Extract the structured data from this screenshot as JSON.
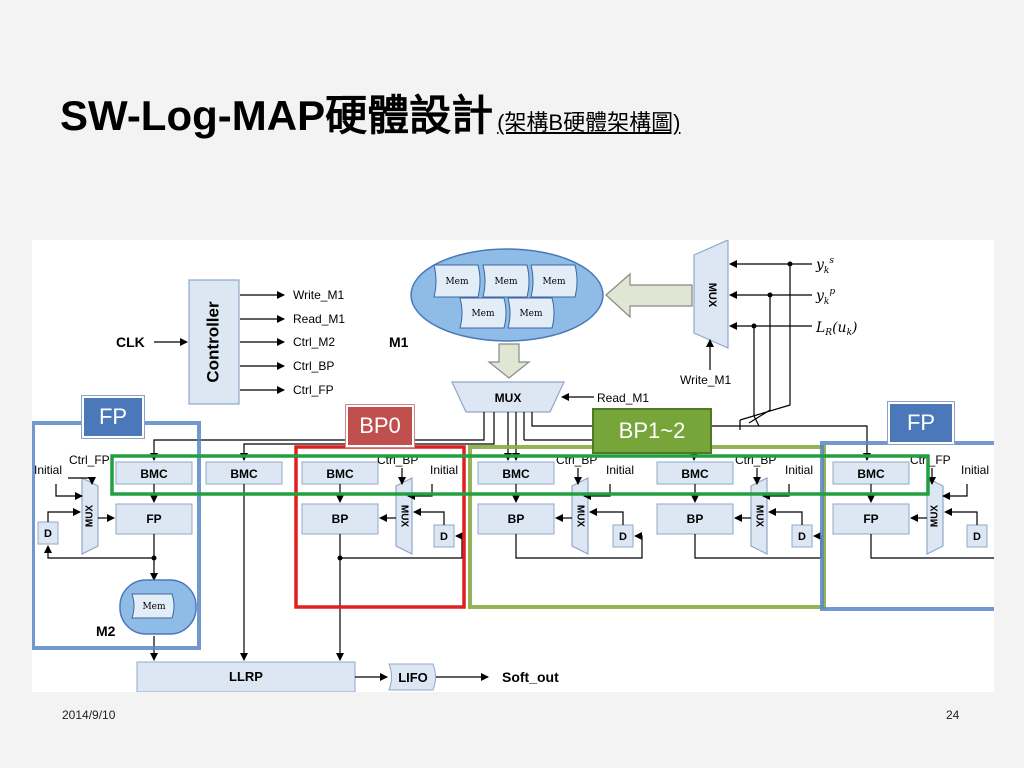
{
  "title": {
    "main": "SW-Log-MAP硬體設計",
    "sub": "(架構B硬體架構圖)"
  },
  "footer": {
    "date": "2014/9/10",
    "page": "24"
  },
  "diagram": {
    "controller": {
      "label": "Controller",
      "clock": "CLK",
      "outputs": [
        "Write_M1",
        "Read_M1",
        "Ctrl_M2",
        "Ctrl_BP",
        "Ctrl_FP"
      ]
    },
    "m1": {
      "label": "M1",
      "mems": [
        "Mem",
        "Mem",
        "Mem",
        "Mem",
        "Mem"
      ]
    },
    "input_mux": {
      "label": "MUX",
      "write_label": "Write_M1",
      "inputs": [
        "y_k^s",
        "y_k^p",
        "L_R(u_k)"
      ],
      "input_glyphs": {
        "ys_base": "y",
        "ys_sub": "k",
        "ys_sup": "s",
        "yp_base": "y",
        "yp_sub": "k",
        "yp_sup": "p",
        "lr_base": "L",
        "lr_sub": "R",
        "lr_arg": "(u",
        "lr_arg_sub": "k",
        "lr_close": ")"
      }
    },
    "read_mux": {
      "label": "MUX",
      "control": "Read_M1"
    },
    "bmc_label": "BMC",
    "fp_label": "FP",
    "bp_label": "BP",
    "mux_label": "MUX",
    "d_label": "D",
    "initial_label": "Initial",
    "ctrl_fp": "Ctrl_FP",
    "ctrl_bp": "Ctrl_BP",
    "m2": {
      "label": "M2",
      "mem": "Mem"
    },
    "llrp": "LLRP",
    "lifo": "LIFO",
    "soft_out": "Soft_out",
    "callouts": {
      "fp_left": "FP",
      "bp0": "BP0",
      "bp12": "BP1~2",
      "fp_right": "FP"
    }
  },
  "colors": {
    "block_fill": "#dde7f3",
    "block_stroke": "#8fa8c8",
    "m1_fill": "#8fbce6",
    "fp_box": "#5b86c4",
    "bp0_box": "#e02020",
    "bp12_box": "#88aa44",
    "bmc_band": "#22a040"
  }
}
